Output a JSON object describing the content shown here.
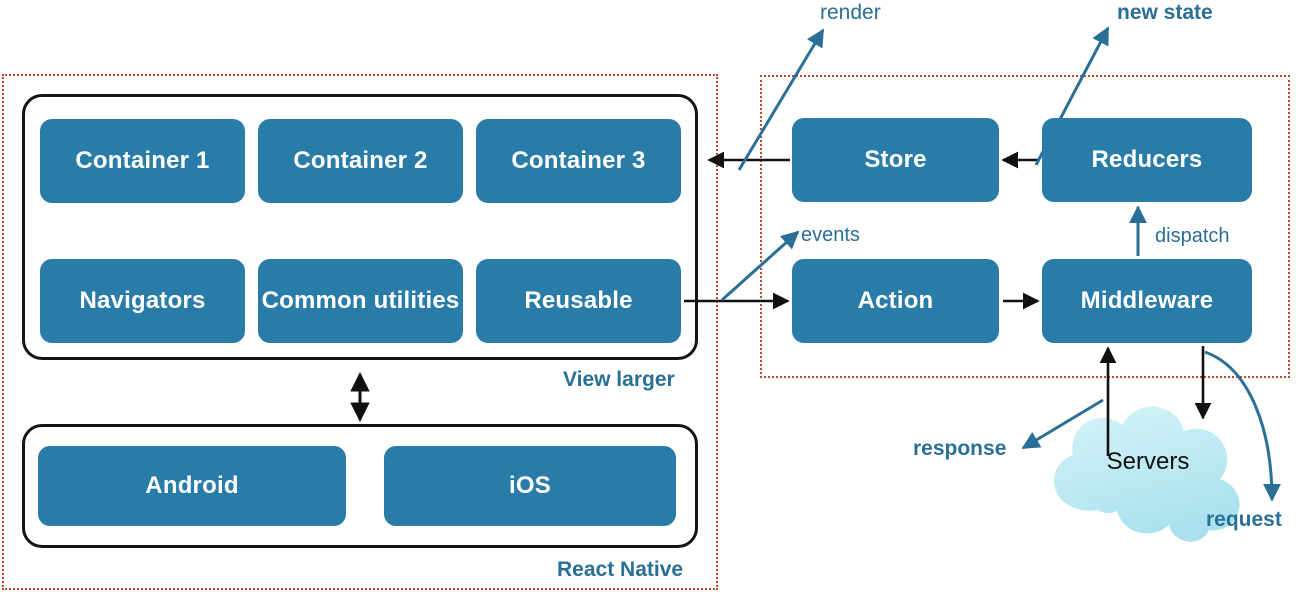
{
  "diagram": {
    "title": "React Native + Redux architecture diagram",
    "colors": {
      "module_fill": "#2a7ca8",
      "module_text": "#ffffff",
      "group_border": "#c0472b",
      "annotation_text": "#2a6f96",
      "arrow_black": "#111111",
      "arrow_blue": "#2a6f96",
      "cloud_fill": "#bfeaf2",
      "panel_border": "#141414",
      "background": "#ffffff"
    },
    "groups": [
      {
        "id": "react-native",
        "label": "React Native",
        "style": "dotted"
      },
      {
        "id": "redux",
        "label": "",
        "style": "dotted"
      }
    ],
    "panels": [
      {
        "id": "js-layer",
        "label": ""
      },
      {
        "id": "native-layer",
        "label": ""
      }
    ],
    "modules": {
      "container_1": "Container 1",
      "container_2": "Container 2",
      "container_3": "Container 3",
      "navigators": "Navigators",
      "common_utilities": "Common utilities",
      "reusable": "Reusable",
      "android": "Android",
      "ios": "iOS",
      "store": "Store",
      "reducers": "Reducers",
      "action": "Action",
      "middleware": "Middleware",
      "servers": "Servers"
    },
    "annotations": {
      "view_larger": "View larger",
      "react_native": "React Native",
      "render": "render",
      "new_state": "new state",
      "events": "events",
      "dispatch": "dispatch",
      "response": "response",
      "request": "request"
    },
    "flows": [
      {
        "from": "Store",
        "to": "Containers",
        "label": "render",
        "color": "black"
      },
      {
        "from": "Reducers",
        "to": "Store",
        "label": "new state",
        "color": "black"
      },
      {
        "from": "Reusable",
        "to": "Action",
        "label": "events",
        "color": "black"
      },
      {
        "from": "Action",
        "to": "Middleware",
        "label": "",
        "color": "black"
      },
      {
        "from": "Middleware",
        "to": "Reducers",
        "label": "dispatch",
        "color": "blue"
      },
      {
        "from": "Middleware",
        "to": "Servers",
        "label": "request",
        "color": "black"
      },
      {
        "from": "Servers",
        "to": "Middleware",
        "label": "response",
        "color": "black"
      },
      {
        "from": "JS layer",
        "to": "Native layer",
        "label": "",
        "color": "black",
        "bidirectional": true
      }
    ]
  }
}
